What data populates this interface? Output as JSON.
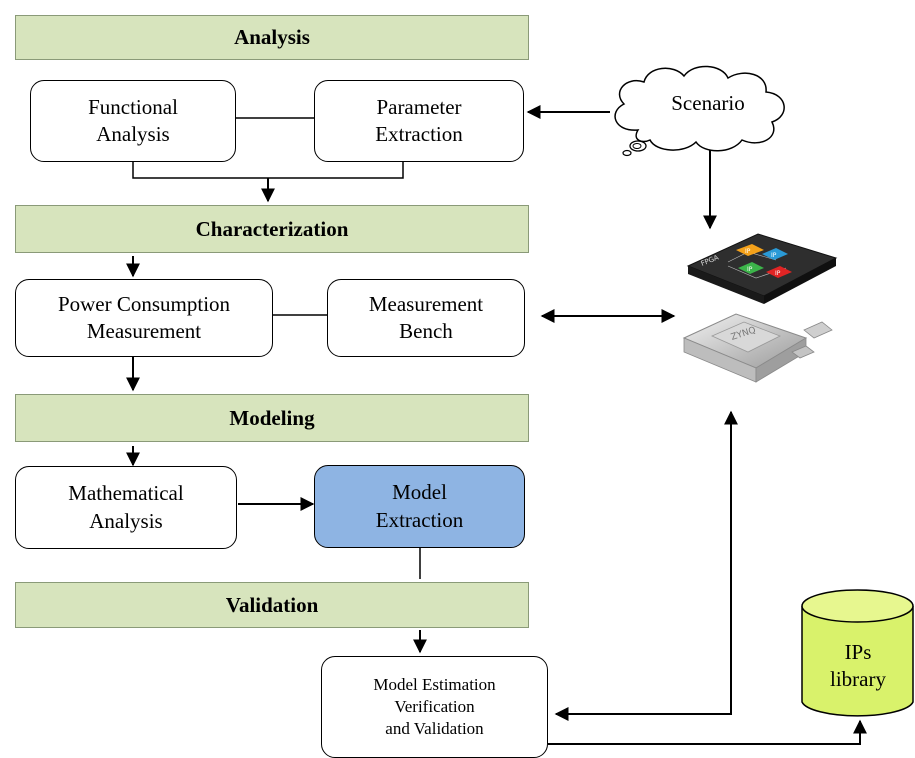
{
  "phases": {
    "analysis": "Analysis",
    "characterization": "Characterization",
    "modeling": "Modeling",
    "validation": "Validation"
  },
  "boxes": {
    "functional_analysis": "Functional\nAnalysis",
    "parameter_extraction": "Parameter\nExtraction",
    "power_consumption": "Power Consumption\nMeasurement",
    "measurement_bench": "Measurement\nBench",
    "mathematical_analysis": "Mathematical\nAnalysis",
    "model_extraction": "Model\nExtraction",
    "model_estimation": "Model Estimation\nVerification\nand Validation"
  },
  "scenario": "Scenario",
  "library": "IPs\nlibrary",
  "chip_labels": {
    "fpga": "FPGA",
    "ip": "IP",
    "zynq": "ZYNQ"
  },
  "colors": {
    "phase_fill": "#d7e4bd",
    "model_fill": "#8eb4e3",
    "library_fill": "#d9f26b"
  }
}
